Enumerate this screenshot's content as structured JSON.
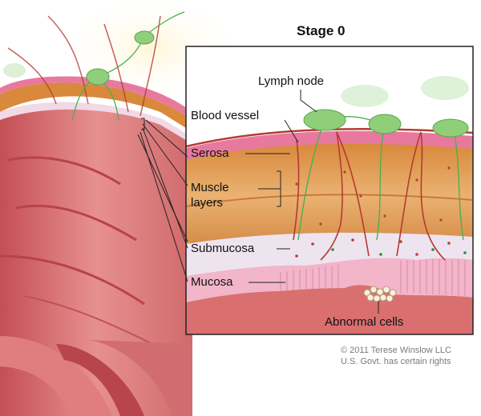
{
  "title": "Stage 0",
  "labels": {
    "lymph_node": "Lymph node",
    "blood_vessel": "Blood vessel",
    "serosa": "Serosa",
    "muscle_line1": "Muscle",
    "muscle_line2": "layers",
    "submucosa": "Submucosa",
    "mucosa": "Mucosa",
    "abnormal_cells": "Abnormal cells"
  },
  "credit": {
    "line1": "© 2011 Terese Winslow LLC",
    "line2": "U.S. Govt. has certain rights"
  },
  "colors": {
    "colon_outer": "#c85a5a",
    "colon_inner": "#e89a96",
    "serosa": "#e87ba0",
    "muscle": "#e0a15c",
    "submucosa": "#ede4f0",
    "mucosa": "#f2b5c9",
    "lymph": "#8fcf7a",
    "vessel": "#c0392b"
  }
}
